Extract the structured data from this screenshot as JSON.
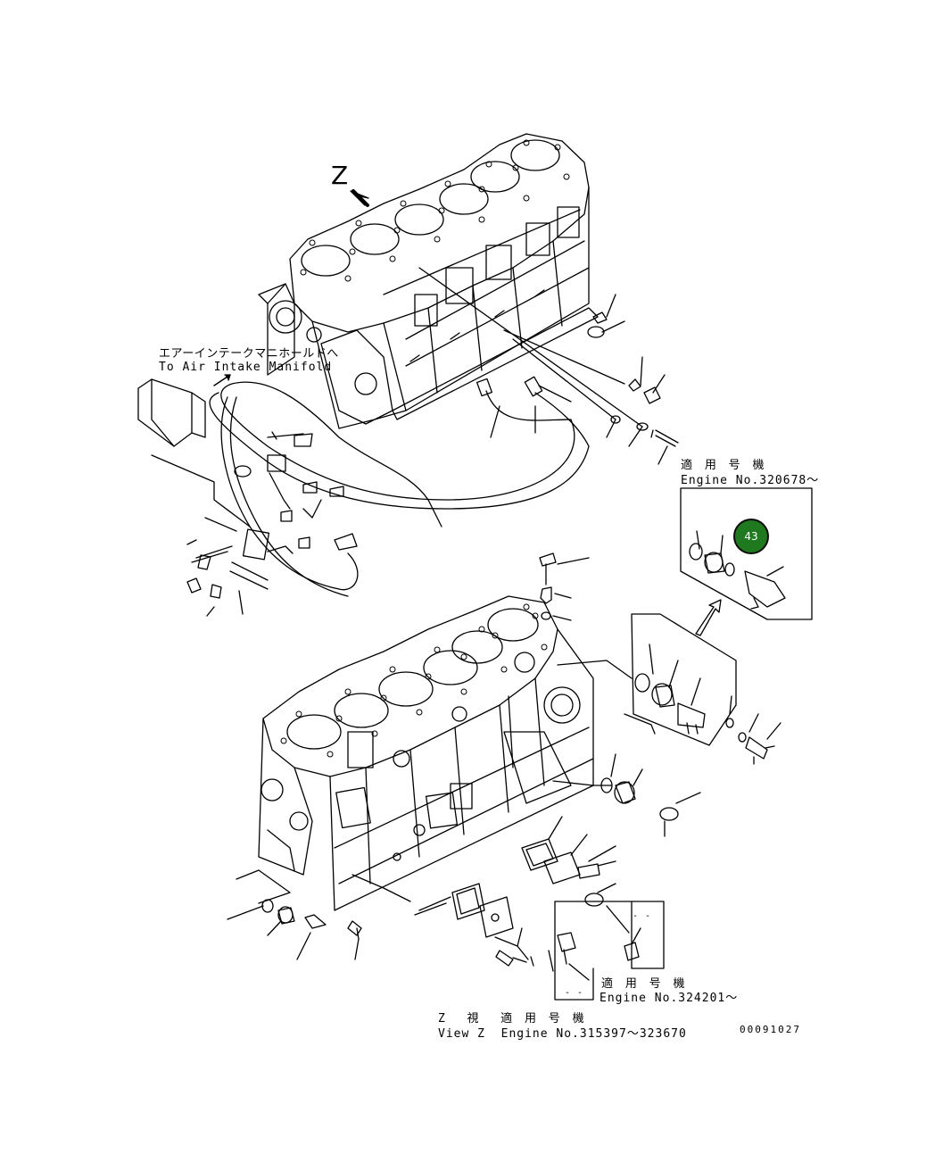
{
  "labels": {
    "view_z_letter": "Z",
    "air_intake_jp": "エアーインテークマニホールドへ",
    "air_intake_en": "To Air Intake Manifold",
    "applicable_jp_1": "適 用 号 機",
    "engine_no_1": "Engine No.320678～",
    "applicable_jp_2": "適 用 号 機",
    "engine_no_2": "Engine No.324201～",
    "view_z_jp": "Z  視  適 用 号 機",
    "view_z_en": "View Z  Engine No.315397～323670",
    "drawing_no": "00091027",
    "dash_1": "- -",
    "dash_2": "- -"
  },
  "callouts": [
    {
      "number": "43",
      "color": "#1f7a1f"
    }
  ],
  "colors": {
    "line": "#000000",
    "callout_fill": "#1f7a1f",
    "background": "#ffffff"
  }
}
